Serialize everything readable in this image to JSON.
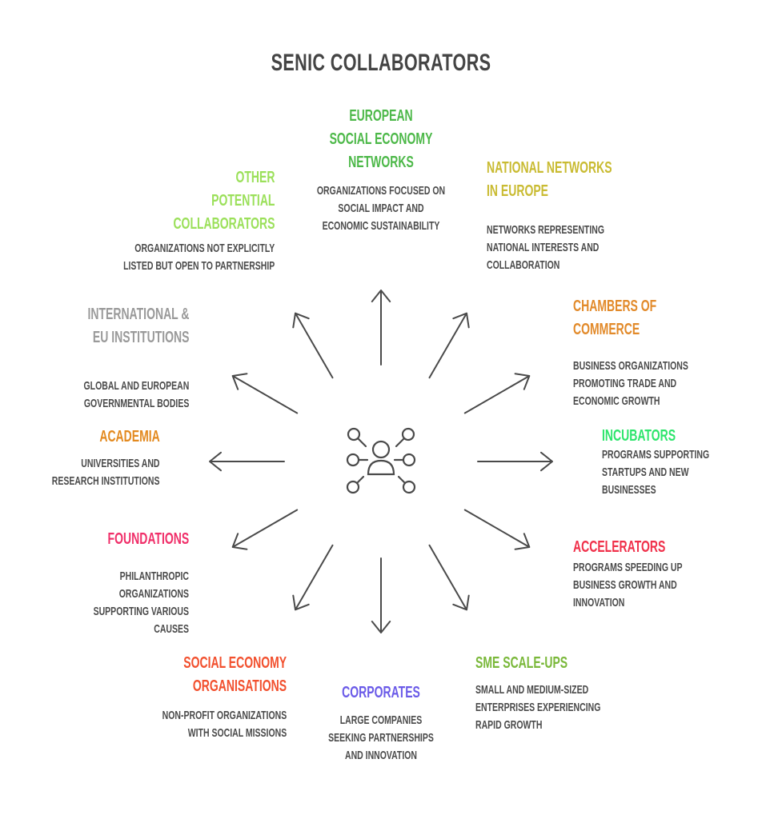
{
  "title": "SENIC COLLABORATORS",
  "center_icon": "network-person-icon",
  "nodes": {
    "european": {
      "heading": "EUROPEAN\nSOCIAL ECONOMY\nNETWORKS",
      "desc": "ORGANIZATIONS FOCUSED ON\nSOCIAL IMPACT AND\nECONOMIC SUSTAINABILITY",
      "color": "#4cb848"
    },
    "national": {
      "heading": "NATIONAL NETWORKS\nIN EUROPE",
      "desc": "NETWORKS REPRESENTING\nNATIONAL INTERESTS AND\nCOLLABORATION",
      "color": "#c9bb32"
    },
    "chambers": {
      "heading": "CHAMBERS OF\nCOMMERCE",
      "desc": "BUSINESS ORGANIZATIONS\nPROMOTING TRADE AND\nECONOMIC GROWTH",
      "color": "#e28a2a"
    },
    "incubators": {
      "heading": "INCUBATORS",
      "desc": "PROGRAMS SUPPORTING\nSTARTUPS AND NEW\nBUSINESSES",
      "color": "#2ee56c"
    },
    "accelerators": {
      "heading": "ACCELERATORS",
      "desc": "PROGRAMS SPEEDING UP\nBUSINESS GROWTH AND\nINNOVATION",
      "color": "#f0304a"
    },
    "sme": {
      "heading": "SME SCALE-UPS",
      "desc": "SMALL AND MEDIUM-SIZED\nENTERPRISES EXPERIENCING\nRAPID GROWTH",
      "color": "#7ab83a"
    },
    "corporates": {
      "heading": "CORPORATES",
      "desc": "LARGE COMPANIES\nSEEKING PARTNERSHIPS\nAND INNOVATION",
      "color": "#6a5ae8"
    },
    "social": {
      "heading": "SOCIAL ECONOMY\nORGANISATIONS",
      "desc": "NON-PROFIT ORGANIZATIONS\nWITH SOCIAL MISSIONS",
      "color": "#f2502e"
    },
    "foundations": {
      "heading": "FOUNDATIONS",
      "desc": "PHILANTHROPIC ORGANIZATIONS\nSUPPORTING VARIOUS CAUSES",
      "color": "#f0306a"
    },
    "academia": {
      "heading": "ACADEMIA",
      "desc": "UNIVERSITIES AND\nRESEARCH INSTITUTIONS",
      "color": "#e38a20"
    },
    "international": {
      "heading": "INTERNATIONAL &\nEU INSTITUTIONS",
      "desc": "GLOBAL AND EUROPEAN\nGOVERNMENTAL BODIES",
      "color": "#9a9a9a"
    },
    "other": {
      "heading": "OTHER\nPOTENTIAL\nCOLLABORATORS",
      "desc": "ORGANIZATIONS NOT EXPLICITLY\nLISTED BUT OPEN TO PARTNERSHIP",
      "color": "#9be05a"
    }
  }
}
